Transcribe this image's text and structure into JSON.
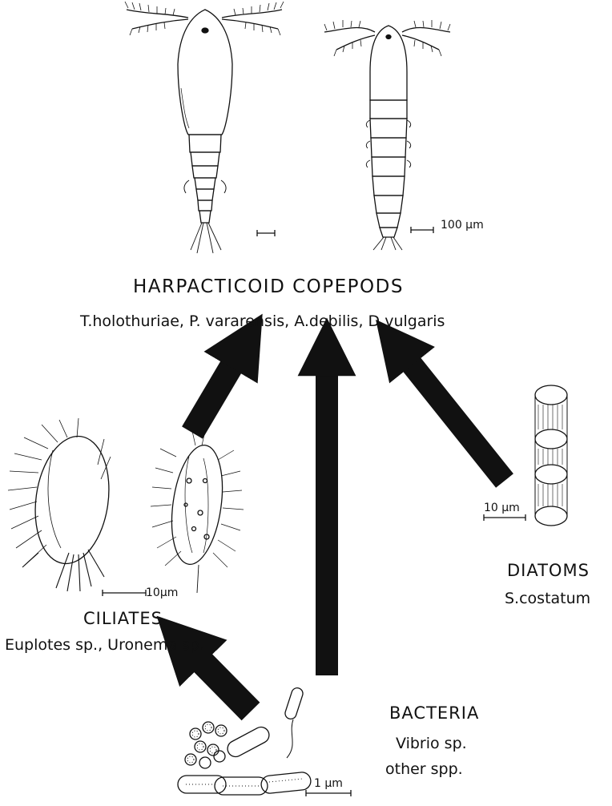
{
  "groups": {
    "copepods": {
      "name": "HARPACTICOID COPEPODS",
      "species": "T.holothuriae, P. vararensis, A.debilis, D.vulgaris",
      "scale": "100 µm"
    },
    "ciliates": {
      "name": "CILIATES",
      "species": "Euplotes sp., Uronema sp.",
      "scale": "10µm"
    },
    "diatoms": {
      "name": "DIATOMS",
      "species": "S.costatum",
      "scale": "10 µm"
    },
    "bacteria": {
      "name": "BACTERIA",
      "species_1": "Vibrio sp.",
      "species_2": "other spp.",
      "scale": "1 µm"
    }
  },
  "colors": {
    "ink": "#111111",
    "background": "#ffffff"
  }
}
